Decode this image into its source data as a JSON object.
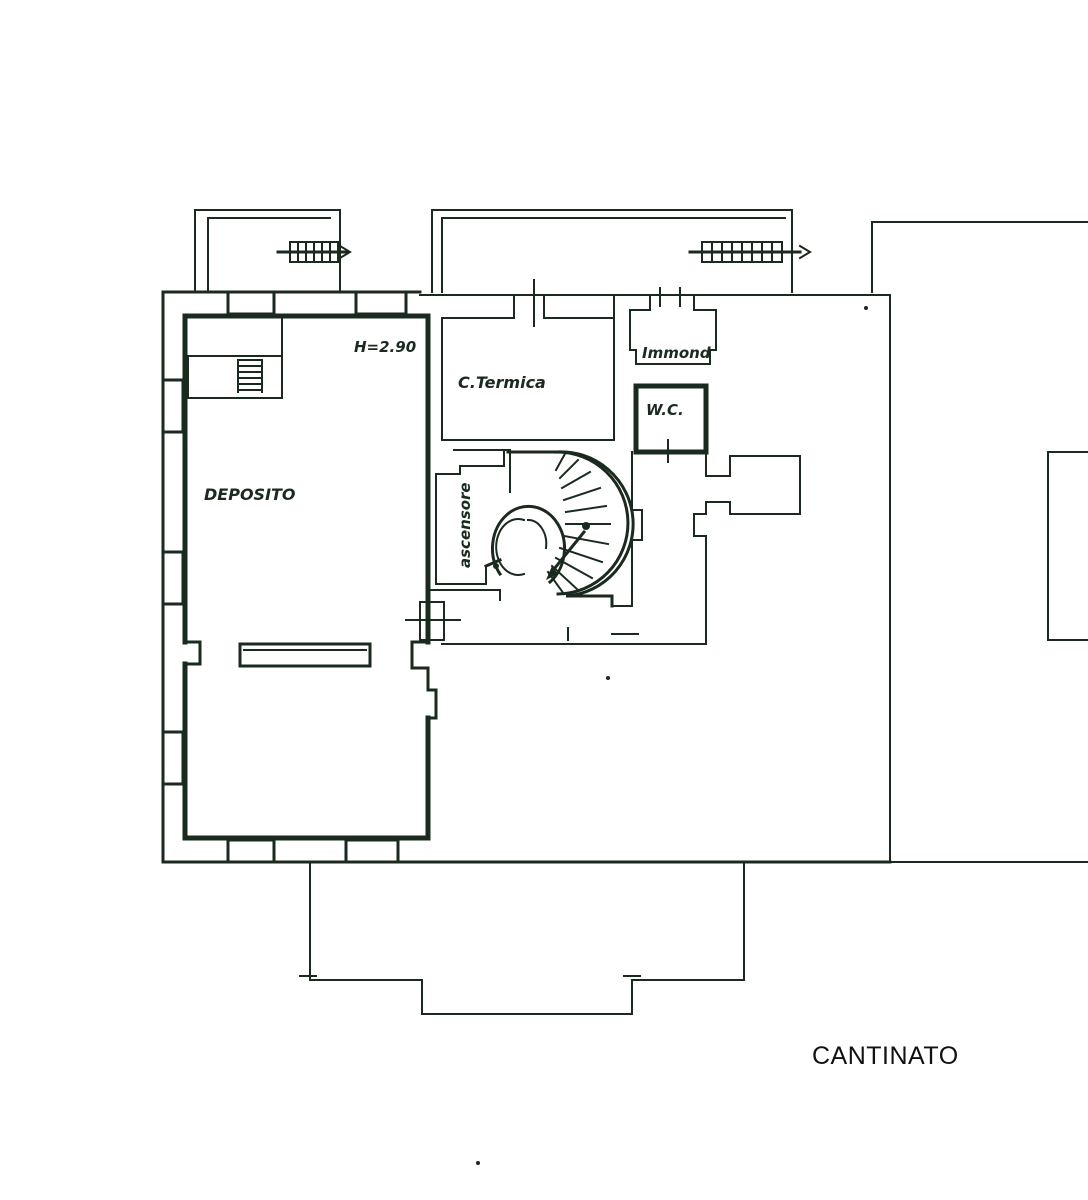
{
  "plan": {
    "title": "CANTINATO",
    "rooms": {
      "deposito": "DEPOSITO",
      "height": "H=2.90",
      "centrale_termica": "C.Termica",
      "immondizie": "Immond",
      "wc": "W.C.",
      "ascensore": "ascensore"
    },
    "colors": {
      "ink": "#1a2a1e",
      "paper": "#ffffff"
    }
  }
}
